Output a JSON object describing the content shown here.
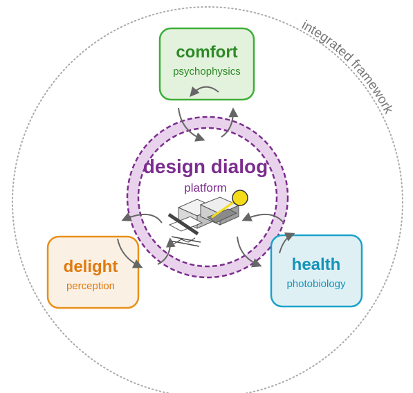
{
  "framework_label": "integrated framework",
  "center": {
    "title": "design dialog",
    "subtitle": "platform",
    "color": "#7b2d8e",
    "ring_fill": "#e9d3ec"
  },
  "nodes": {
    "comfort": {
      "title": "comfort",
      "subtitle": "psychophysics",
      "stroke": "#3fae3a",
      "fill": "#e3f2dd",
      "text": "#2d8a26"
    },
    "delight": {
      "title": "delight",
      "subtitle": "perception",
      "stroke": "#e8901a",
      "fill": "#faf0e4",
      "text": "#e07a10"
    },
    "health": {
      "title": "health",
      "subtitle": "photobiology",
      "stroke": "#1ba2c9",
      "fill": "#dff0f5",
      "text": "#1493b8"
    }
  },
  "sun_color": "#f5dc1a",
  "arrow_color": "#666666",
  "icons": [
    "building-model-icon",
    "sun-icon"
  ]
}
